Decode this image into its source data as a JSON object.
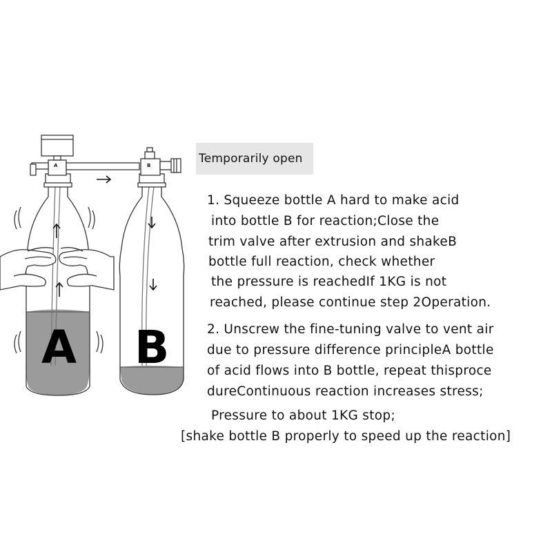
{
  "callout": "Temporarily open",
  "bottles": {
    "a_label": "A",
    "b_label": "B"
  },
  "steps": [
    "1. Squeeze bottle A hard to make acid",
    "into bottle B for reaction;Close the",
    "trim valve after extrusion and shakeB",
    "bottle full reaction, check whether",
    "the pressure is reachedIf 1KG is not",
    "reached, please continue step 2Operation.",
    "2. Unscrew the fine-tuning valve to vent air",
    "due to pressure difference principleA bottle",
    "of acid flows into B bottle, repeat thisproce",
    "dureContinuous reaction increases stress;",
    "Pressure to about 1KG stop;",
    "[shake bottle B properly to speed up the reaction]"
  ]
}
